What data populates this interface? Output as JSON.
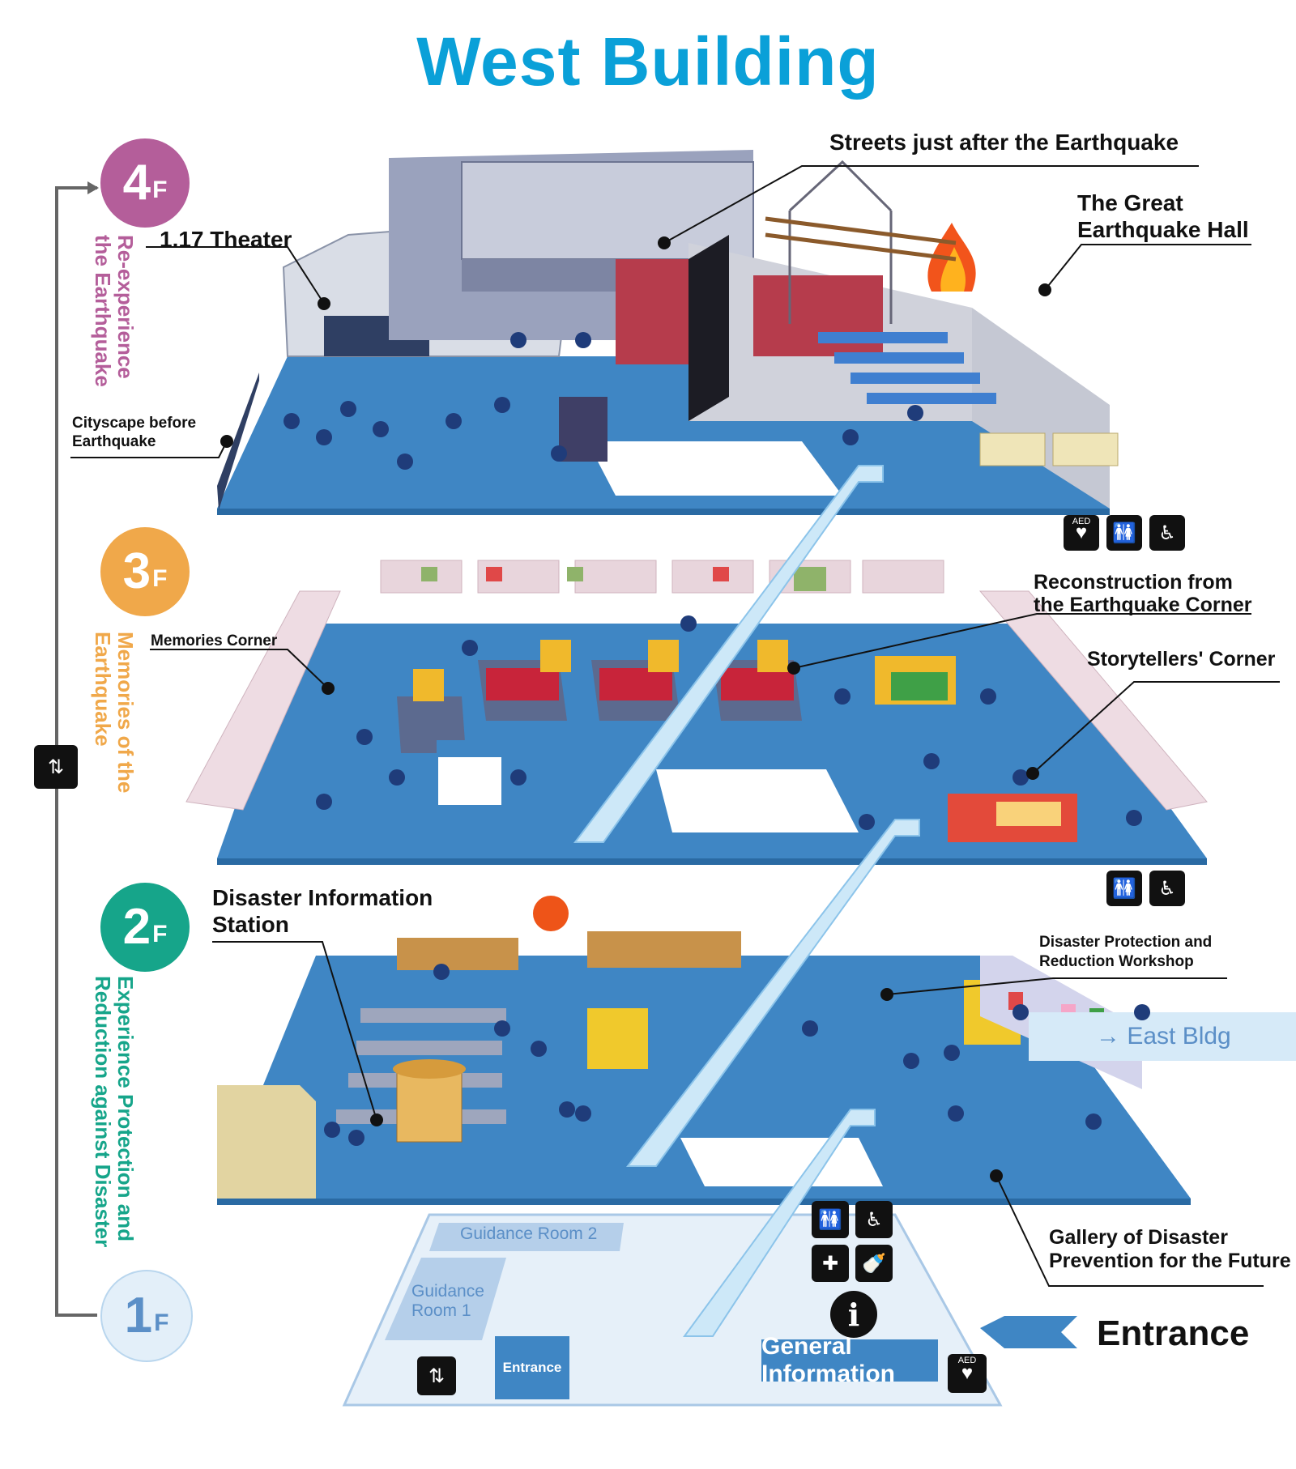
{
  "title": "West Building",
  "colors": {
    "title": "#0aa0d8",
    "floor4": "#b45e9a",
    "floor3": "#f0a84a",
    "floor2": "#16a58a",
    "floor1": "#cde4f4",
    "floor_surface": "#3f86c4",
    "escalator": "#cde8f8"
  },
  "floors": [
    {
      "number": "4",
      "suffix": "F",
      "label": "Re-experience the Earthquake"
    },
    {
      "number": "3",
      "suffix": "F",
      "label": "Memories of the Earthquake"
    },
    {
      "number": "2",
      "suffix": "F",
      "label": "Experience Protection and Reduction against Disaster"
    },
    {
      "number": "1",
      "suffix": "F",
      "label": ""
    }
  ],
  "callouts": {
    "streets": "Streets just after the Earthquake",
    "great_hall_1": "The Great",
    "great_hall_2": "Earthquake Hall",
    "theater": "1.17 Theater",
    "cityscape_1": "Cityscape before",
    "cityscape_2": "Earthquake",
    "reconstruction_1": "Reconstruction from",
    "reconstruction_2": "the Earthquake Corner",
    "memories": "Memories Corner",
    "storytellers": "Storytellers' Corner",
    "disaster_info_1": "Disaster Information",
    "disaster_info_2": "Station",
    "workshop_1": "Disaster Protection and",
    "workshop_2": "Reduction Workshop",
    "gallery_1": "Gallery of Disaster",
    "gallery_2": "Prevention for the Future"
  },
  "first_floor": {
    "guidance_room_2": "Guidance Room 2",
    "guidance_room_1a": "Guidance",
    "guidance_room_1b": "Room 1",
    "entrance_small": "Entrance",
    "general_information": "General Information",
    "entrance_main": "Entrance",
    "info_symbol": "i"
  },
  "east_bldg": "→ East Bldg",
  "aed_text": "AED",
  "icons": [
    "aed-icon",
    "restroom-icon",
    "wheelchair-icon",
    "elevator-icon",
    "nursing-room-icon",
    "baby-bottle-icon",
    "information-icon"
  ]
}
